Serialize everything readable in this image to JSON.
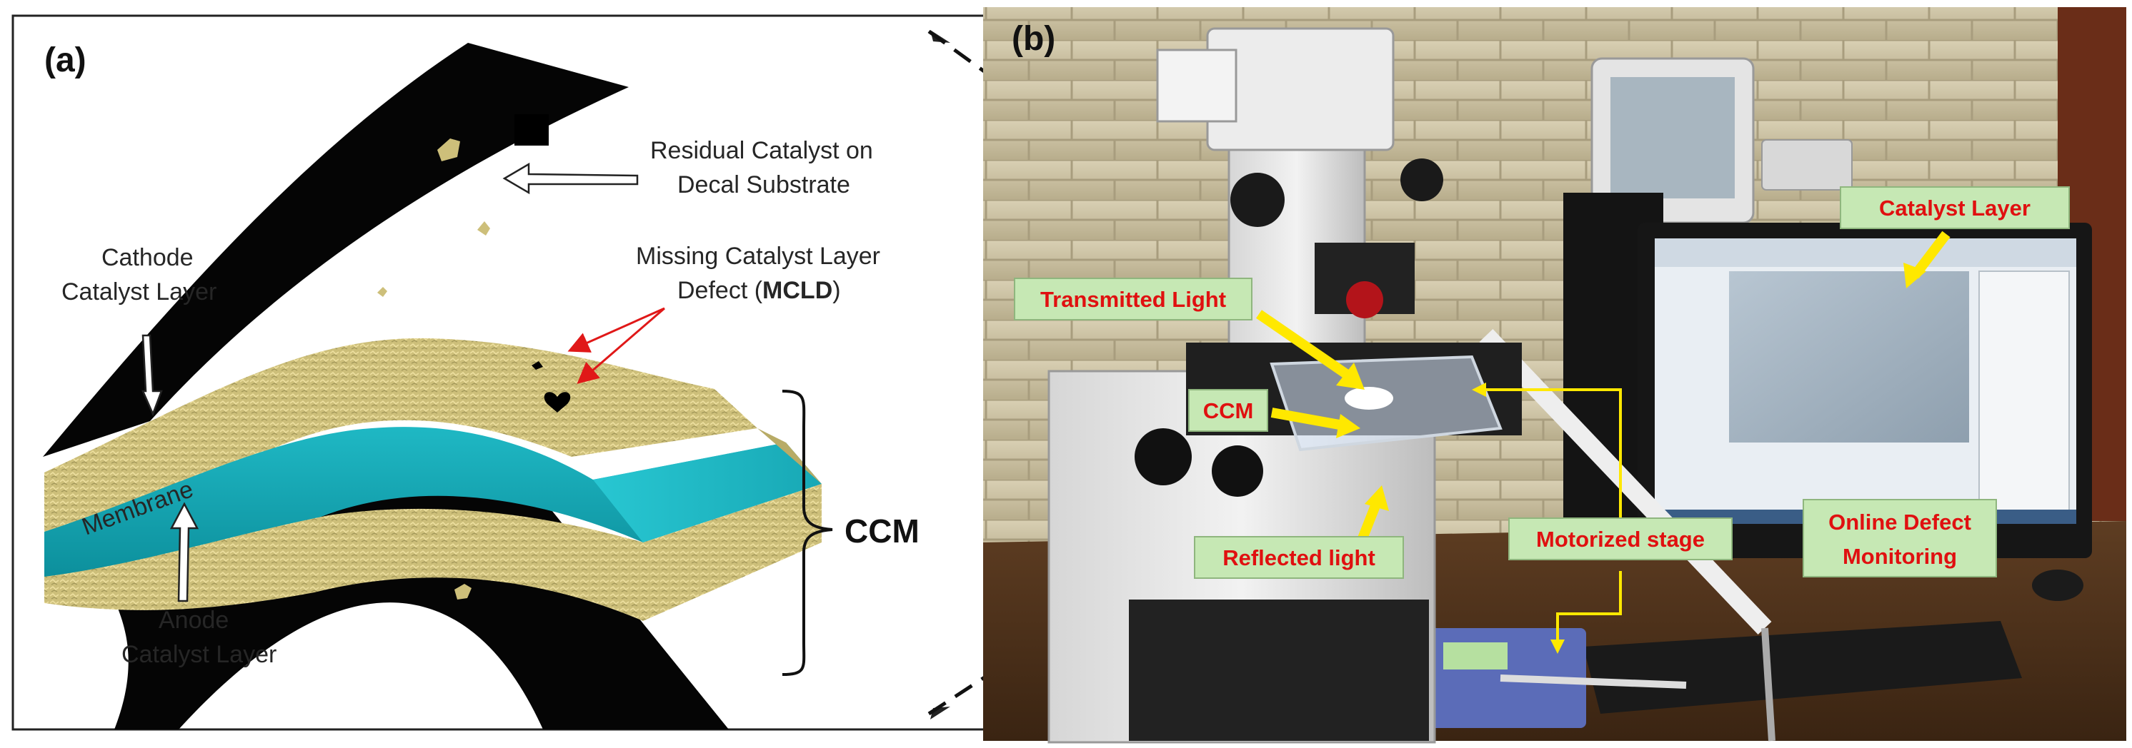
{
  "panel_a": {
    "letter": "(a)",
    "residual_line1": "Residual Catalyst on",
    "residual_line2": "Decal Substrate",
    "cathode_line1": "Cathode",
    "cathode_line2": "Catalyst Layer",
    "missing_line1": "Missing Catalyst Layer",
    "missing_line2_prefix": "Defect (",
    "missing_line2_bold": "MCLD",
    "missing_line2_suffix": ")",
    "membrane": "Membrane",
    "anode_line1": "Anode",
    "anode_line2": "Catalyst Layer",
    "ccm": "CCM"
  },
  "panel_b": {
    "letter": "(b)",
    "transmitted_light": "Transmitted Light",
    "ccm": "CCM",
    "reflected_light": "Reflected light",
    "motorized_stage": "Motorized stage",
    "catalyst_layer": "Catalyst Layer",
    "online_line1": "Online Defect",
    "online_line2": "Monitoring"
  },
  "colors": {
    "label_box_fill": "#c6e8b4",
    "label_text": "#e01010",
    "arrow_yellow": "#ffe800",
    "membrane": "#12a9b6",
    "catalyst": "#cbc07c"
  }
}
